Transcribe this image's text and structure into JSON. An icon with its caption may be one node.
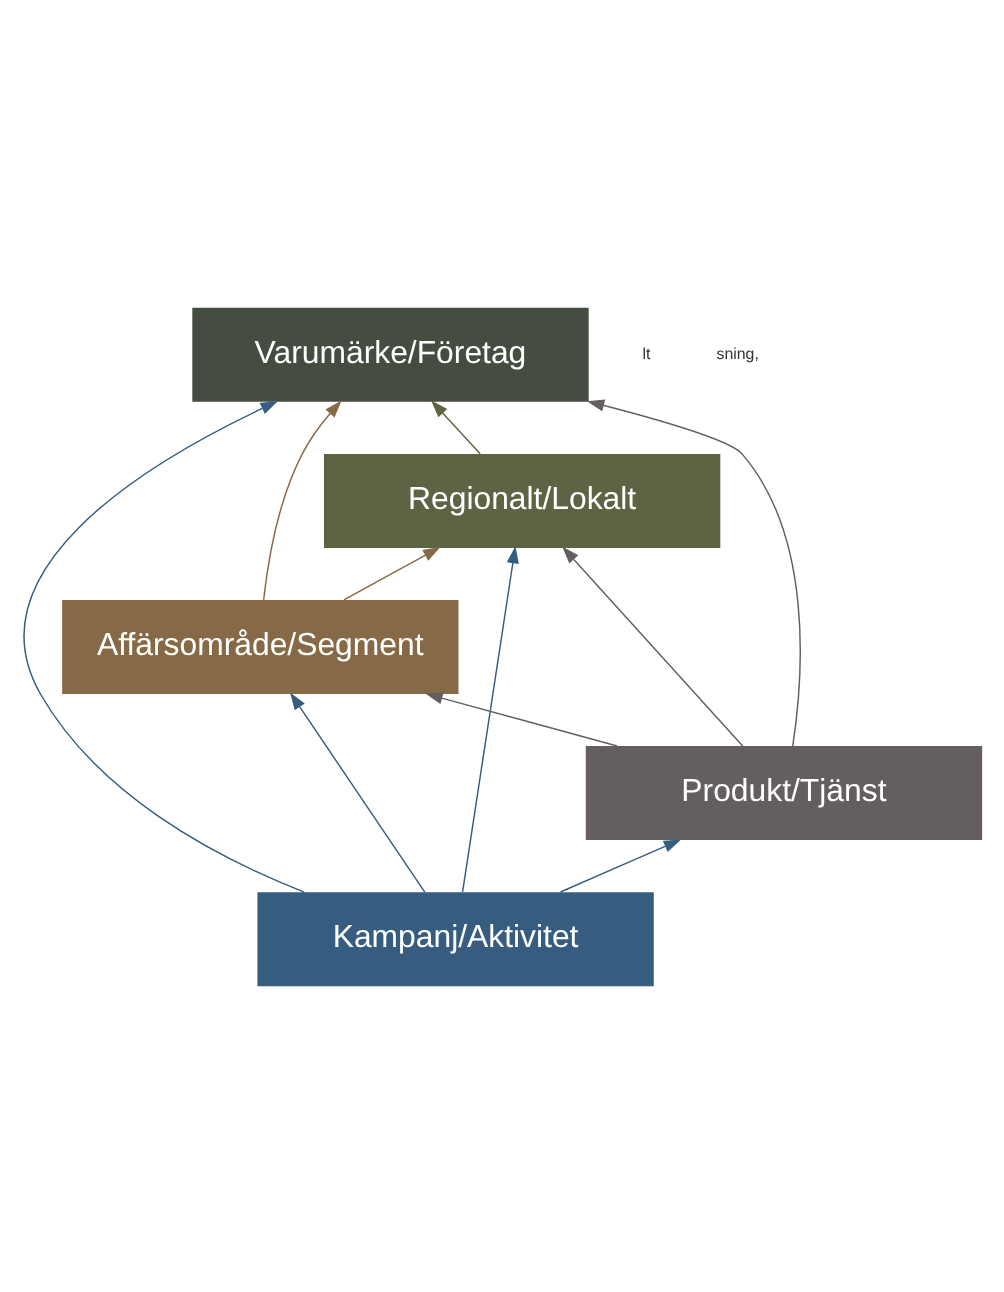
{
  "diagram": {
    "nodes": [
      {
        "text": [
          "Varumärke/Företag"
        ]
      },
      {
        "text": [
          "Regionalt/Lokalt"
        ]
      },
      {
        "text": [
          "Affärsområde/Segment"
        ]
      },
      {
        "text": [
          "Produkt/Tjänst"
        ]
      },
      {
        "text": [
          "Kampanj/Aktivitet"
        ]
      }
    ],
    "edges": [
      {
        "from": 1,
        "to": 0,
        "arrow": "to",
        "color": "#5d6443"
      },
      {
        "from": 3,
        "to": 0,
        "arrow": "to",
        "color": "#645e5e"
      },
      {
        "from": 3,
        "to": 1,
        "arrow": "to",
        "color": "#645e5e"
      },
      {
        "from": 3,
        "to": 2,
        "arrow": "to",
        "color": "#645e5e"
      },
      {
        "from": 2,
        "to": 0,
        "arrow": "to",
        "color": "#866a47"
      },
      {
        "from": 2,
        "to": 1,
        "arrow": "to",
        "color": "#866a47"
      },
      {
        "from": 4,
        "to": 0,
        "arrow": "to"
      },
      {
        "from": 4,
        "to": 1,
        "arrow": "to"
      },
      {
        "from": 4,
        "to": 2,
        "arrow": "to"
      },
      {
        "from": 4,
        "to": 3,
        "arrow": "to"
      }
    ],
    "labels": [
      "lt",
      "sning,"
    ]
  }
}
